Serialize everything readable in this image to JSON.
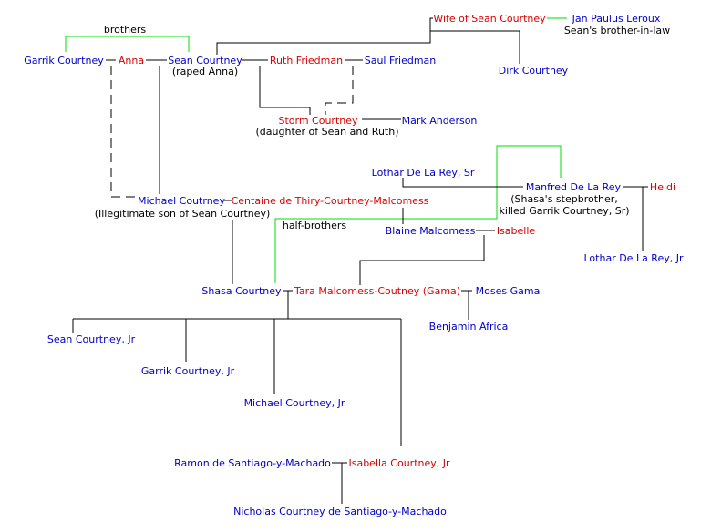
{
  "colors": {
    "male": "#0000cc",
    "female": "#dd0000",
    "note": "#000000",
    "link_line": "#000000",
    "sibling_line": "#00dd00"
  },
  "people": {
    "wife_of_sean": "Wife of Sean Courtney",
    "jan_paulus": "Jan Paulus Leroux",
    "garrik": "Garrik Courtney",
    "anna": "Anna",
    "sean": "Sean Courtney",
    "ruth": "Ruth Friedman",
    "saul": "Saul Friedman",
    "dirk": "Dirk Courtney",
    "storm": "Storm Courtney",
    "mark": "Mark Anderson",
    "lothar_sr": "Lothar De La Rey, Sr",
    "manfred": "Manfred De La Rey",
    "heidi": "Heidi",
    "michael": "Michael Coutrney",
    "centaine": "Centaine de Thiry-Courtney-Malcomess",
    "blaine": "Blaine Malcomess",
    "isabelle": "Isabelle",
    "lothar_jr": "Lothar De La Rey, Jr",
    "shasa": "Shasa Courtney",
    "tara": "Tara Malcomess-Coutney (Gama)",
    "moses": "Moses Gama",
    "benjamin": "Benjamin Africa",
    "sean_jr": "Sean Courtney, Jr",
    "garrik_jr": "Garrik Courtney, Jr",
    "michael_jr": "Michael Courtney, Jr",
    "ramon": "Ramon de Santiago-y-Machado",
    "isabella_jr": "Isabella Courtney, Jr",
    "nicholas": "Nicholas Courtney de Santiago-y-Machado"
  },
  "notes": {
    "brothers": "brothers",
    "brother_in_law": "Sean's brother-in-law",
    "raped_anna": "(raped Anna)",
    "storm_daughter": "(daughter of Sean and Ruth)",
    "manfred_note_1": "(Shasa's stepbrother,",
    "manfred_note_2": "killed Garrik Courtney, Sr)",
    "michael_illegit": "(Illegitimate son of Sean Courtney)",
    "half_brothers": "half-brothers"
  }
}
